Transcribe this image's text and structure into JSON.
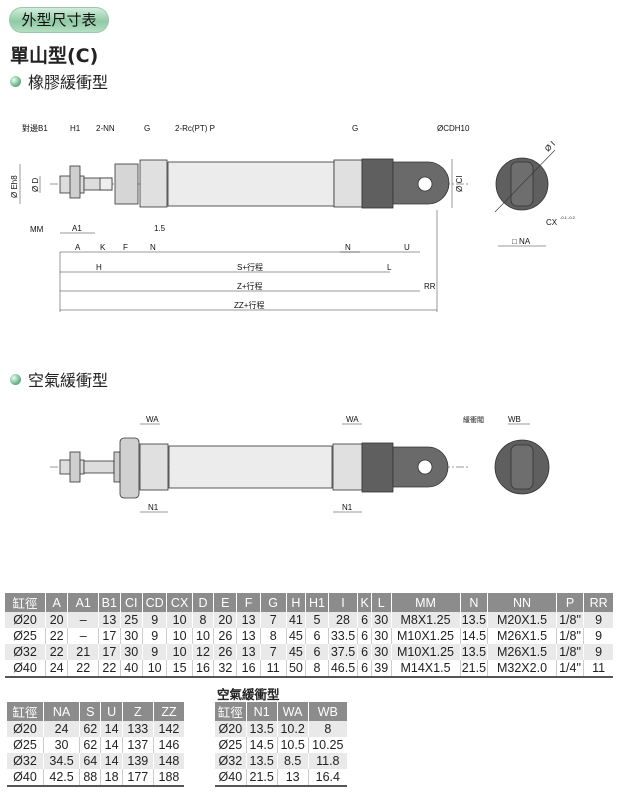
{
  "header": {
    "section_pill": "外型尺寸表",
    "model_title": "單山型(C)",
    "sub1": "橡膠緩衝型",
    "sub2": "空氣緩衝型"
  },
  "drawing1": {
    "labels": {
      "b1": "對邊B1",
      "h1": "H1",
      "nn": "2-NN",
      "g1": "G",
      "rc": "2-Rc(PT) P",
      "g2": "G",
      "cd": "ØCDH10",
      "i": "Ø I",
      "ci": "Ø CI",
      "eh8": "Ø Eh8",
      "d": "Ø D",
      "mm": "MM",
      "a1": "A1",
      "d15": "1.5",
      "cx": "CX",
      "cx_tol": "-0.1 -0.2",
      "na": "□ NA",
      "a": "A",
      "k": "K",
      "f": "F",
      "n1": "N",
      "n2": "N",
      "u": "U",
      "h": "H",
      "s": "S+行程",
      "l": "L",
      "z": "Z+行程",
      "rr": "RR",
      "zz": "ZZ+行程"
    }
  },
  "drawing2": {
    "labels": {
      "wa1": "WA",
      "wa2": "WA",
      "valve": "緩衝閥",
      "wb": "WB",
      "n1a": "N1",
      "n1b": "N1"
    }
  },
  "main_table": {
    "headers": [
      "缸徑",
      "A",
      "A1",
      "B1",
      "CI",
      "CD",
      "CX",
      "D",
      "E",
      "F",
      "G",
      "H",
      "H1",
      "I",
      "K",
      "L",
      "MM",
      "N",
      "NN",
      "P",
      "RR"
    ],
    "rows": [
      [
        "Ø20",
        "20",
        "–",
        "13",
        "25",
        "9",
        "10",
        "8",
        "20",
        "13",
        "7",
        "41",
        "5",
        "28",
        "6",
        "30",
        "M8X1.25",
        "13.5",
        "M20X1.5",
        "1/8\"",
        "9"
      ],
      [
        "Ø25",
        "22",
        "–",
        "17",
        "30",
        "9",
        "10",
        "10",
        "26",
        "13",
        "8",
        "45",
        "6",
        "33.5",
        "6",
        "30",
        "M10X1.25",
        "14.5",
        "M26X1.5",
        "1/8\"",
        "9"
      ],
      [
        "Ø32",
        "22",
        "21",
        "17",
        "30",
        "9",
        "10",
        "12",
        "26",
        "13",
        "7",
        "45",
        "6",
        "37.5",
        "6",
        "30",
        "M10X1.25",
        "13.5",
        "M26X1.5",
        "1/8\"",
        "9"
      ],
      [
        "Ø40",
        "24",
        "22",
        "22",
        "40",
        "10",
        "15",
        "16",
        "32",
        "16",
        "11",
        "50",
        "8",
        "46.5",
        "6",
        "39",
        "M14X1.5",
        "21.5",
        "M32X2.0",
        "1/4\"",
        "11"
      ]
    ]
  },
  "table2": {
    "headers": [
      "缸徑",
      "NA",
      "S",
      "U",
      "Z",
      "ZZ"
    ],
    "rows": [
      [
        "Ø20",
        "24",
        "62",
        "14",
        "133",
        "142"
      ],
      [
        "Ø25",
        "30",
        "62",
        "14",
        "137",
        "146"
      ],
      [
        "Ø32",
        "34.5",
        "64",
        "14",
        "139",
        "148"
      ],
      [
        "Ø40",
        "42.5",
        "88",
        "18",
        "177",
        "188"
      ]
    ]
  },
  "table3": {
    "title": "空氣緩衝型",
    "headers": [
      "缸徑",
      "N1",
      "WA",
      "WB"
    ],
    "rows": [
      [
        "Ø20",
        "13.5",
        "10.2",
        "8"
      ],
      [
        "Ø25",
        "14.5",
        "10.5",
        "10.25"
      ],
      [
        "Ø32",
        "13.5",
        "8.5",
        "11.8"
      ],
      [
        "Ø40",
        "21.5",
        "13",
        "16.4"
      ]
    ]
  }
}
